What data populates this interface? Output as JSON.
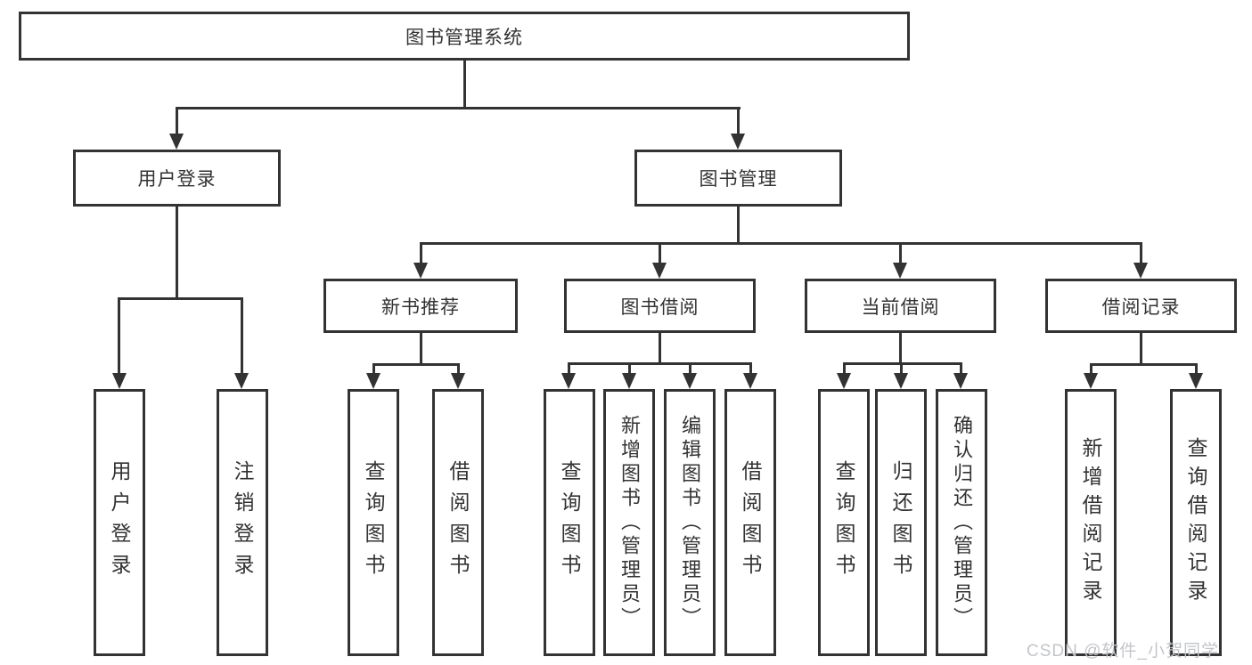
{
  "nodes": {
    "root": "图书管理系统",
    "user_login": "用户登录",
    "book_mgmt": "图书管理",
    "new_books": "新书推荐",
    "book_borrow": "图书借阅",
    "current_borrow": "当前借阅",
    "borrow_records": "借阅记录",
    "leaf_user_login": "用户登录",
    "leaf_logout": "注销登录",
    "leaf_query_books_new": "查询图书",
    "leaf_borrow_books_new": "借阅图书",
    "leaf_query_books_borrow": "查询图书",
    "leaf_add_books_admin": "新增图书（管理员）",
    "leaf_edit_books_admin": "编辑图书（管理员）",
    "leaf_borrow_books_borrow": "借阅图书",
    "leaf_query_books_current": "查询图书",
    "leaf_return_books": "归还图书",
    "leaf_confirm_return_admin": "确认归还（管理员）",
    "leaf_add_borrow_record": "新增借阅记录",
    "leaf_query_borrow_record": "查询借阅记录"
  },
  "hierarchy": {
    "图书管理系统": {
      "用户登录": [
        "用户登录",
        "注销登录"
      ],
      "图书管理": {
        "新书推荐": [
          "查询图书",
          "借阅图书"
        ],
        "图书借阅": [
          "查询图书",
          "新增图书（管理员）",
          "编辑图书（管理员）",
          "借阅图书"
        ],
        "当前借阅": [
          "查询图书",
          "归还图书",
          "确认归还（管理员）"
        ],
        "借阅记录": [
          "新增借阅记录",
          "查询借阅记录"
        ]
      }
    }
  },
  "watermark": {
    "text": "CSDN @软件_小贺同学"
  },
  "colors": {
    "line": "#333333",
    "box_background": "#ffffff",
    "text": "#333333",
    "watermark": "#c3c5c9",
    "page_background": "#ffffff"
  }
}
